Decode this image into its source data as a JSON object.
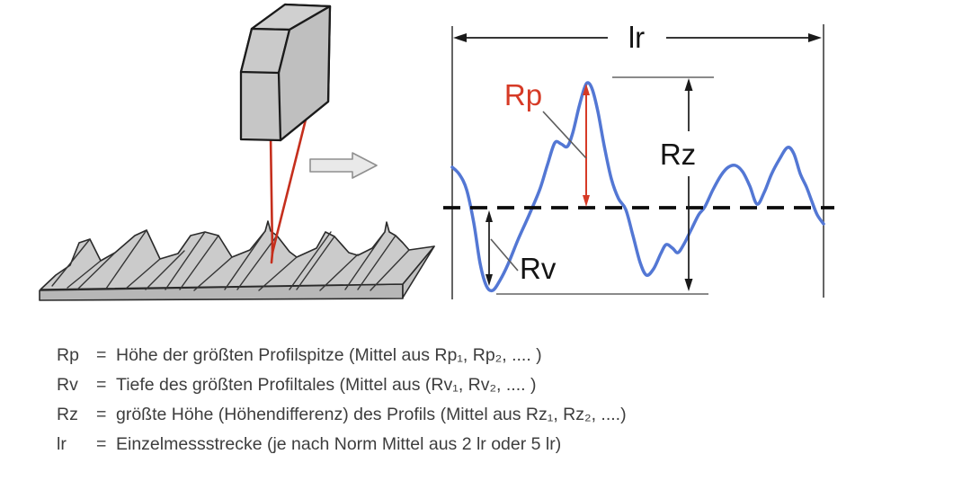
{
  "figure": {
    "description_labels": {
      "lr_dimension": "lr",
      "rp": "Rp",
      "rz": "Rz",
      "rv": "Rv"
    },
    "colors": {
      "profile_curve_blue": "#5377d4",
      "rp_red": "#d63a26",
      "stylus_needle_red": "#c52f1d",
      "dimension_black": "#1a1a1a",
      "reference_grey": "#7a7a7a",
      "surface_grey_fill": "#cbcbcb",
      "stylus_grey_fill": "#c6c6c6",
      "text_grey": "#3d3d3d",
      "background": "#ffffff"
    }
  },
  "definitions": [
    {
      "term": "Rp",
      "eq": "=",
      "text": "Höhe der größten Profilspitze (Mittel aus Rp₁, Rp₂, .... )"
    },
    {
      "term": "Rv",
      "eq": "=",
      "text": "Tiefe des größten Profiltales (Mittel aus (Rv₁, Rv₂, .... )"
    },
    {
      "term": "Rz",
      "eq": "=",
      "text": "größte Höhe (Höhendifferenz) des Profils (Mittel aus Rz₁, Rz₂, ....)"
    },
    {
      "term": "lr",
      "eq": "=",
      "text": "Einzelmessstrecke (je nach Norm Mittel aus 2 lr oder 5 lr)"
    }
  ]
}
